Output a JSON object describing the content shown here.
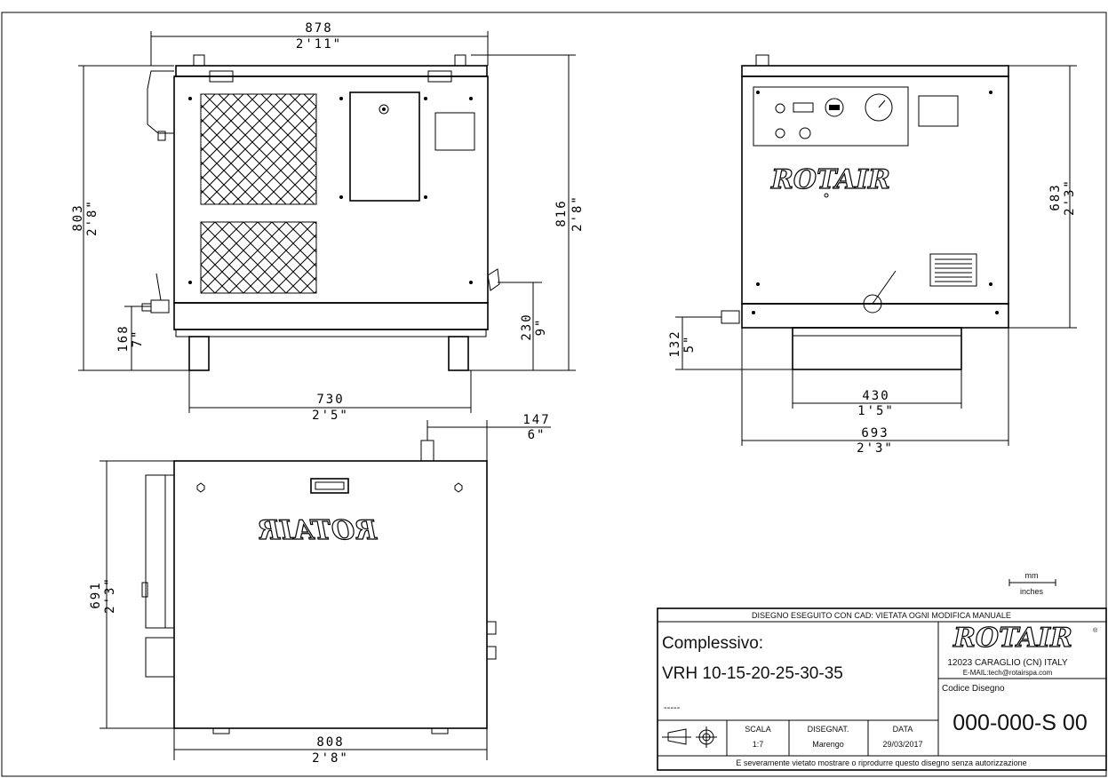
{
  "dimensions": {
    "front_width": {
      "mm": "878",
      "in": "2'11\""
    },
    "front_height_left": {
      "mm": "803",
      "in": "2'8\""
    },
    "front_height_right": {
      "mm": "816",
      "in": "2'8\""
    },
    "front_outlet_height": {
      "mm": "168",
      "in": "7\""
    },
    "front_inlet_height": {
      "mm": "230",
      "in": "9\""
    },
    "front_feet_span": {
      "mm": "730",
      "in": "2'5\""
    },
    "side_height": {
      "mm": "683",
      "in": "2'3\""
    },
    "side_outlet_height": {
      "mm": "132",
      "in": "5\""
    },
    "side_base": {
      "mm": "430",
      "in": "1'5\""
    },
    "side_width": {
      "mm": "693",
      "in": "2'3\""
    },
    "top_offset": {
      "mm": "147",
      "in": "6\""
    },
    "top_depth": {
      "mm": "691",
      "in": "2'3\""
    },
    "top_width": {
      "mm": "808",
      "in": "2'8\""
    }
  },
  "brand": {
    "logo_text": "ROTAIR",
    "registered": "®"
  },
  "legend": {
    "mm": "mm",
    "inches": "inches"
  },
  "title_block": {
    "header": "DISEGNO ESEGUITO CON CAD: VIETATA OGNI MODIFICA MANUALE",
    "complessivo_label": "Complessivo:",
    "model": "VRH 10-15-20-25-30-35",
    "dashes": "-----",
    "address": "12023 CARAGLIO (CN) ITALY",
    "email": "E-MAIL:tech@rotairspa.com",
    "codice_label": "Codice Disegno",
    "codice": "000-000-S 00",
    "scala_label": "SCALA",
    "scala": "1:7",
    "disegnat_label": "DISEGNAT.",
    "disegnat": "Marengo",
    "data_label": "DATA",
    "data": "29/03/2017",
    "footer": "E severamente vietato mostrare o riprodurre questo disegno senza autorizzazione"
  }
}
